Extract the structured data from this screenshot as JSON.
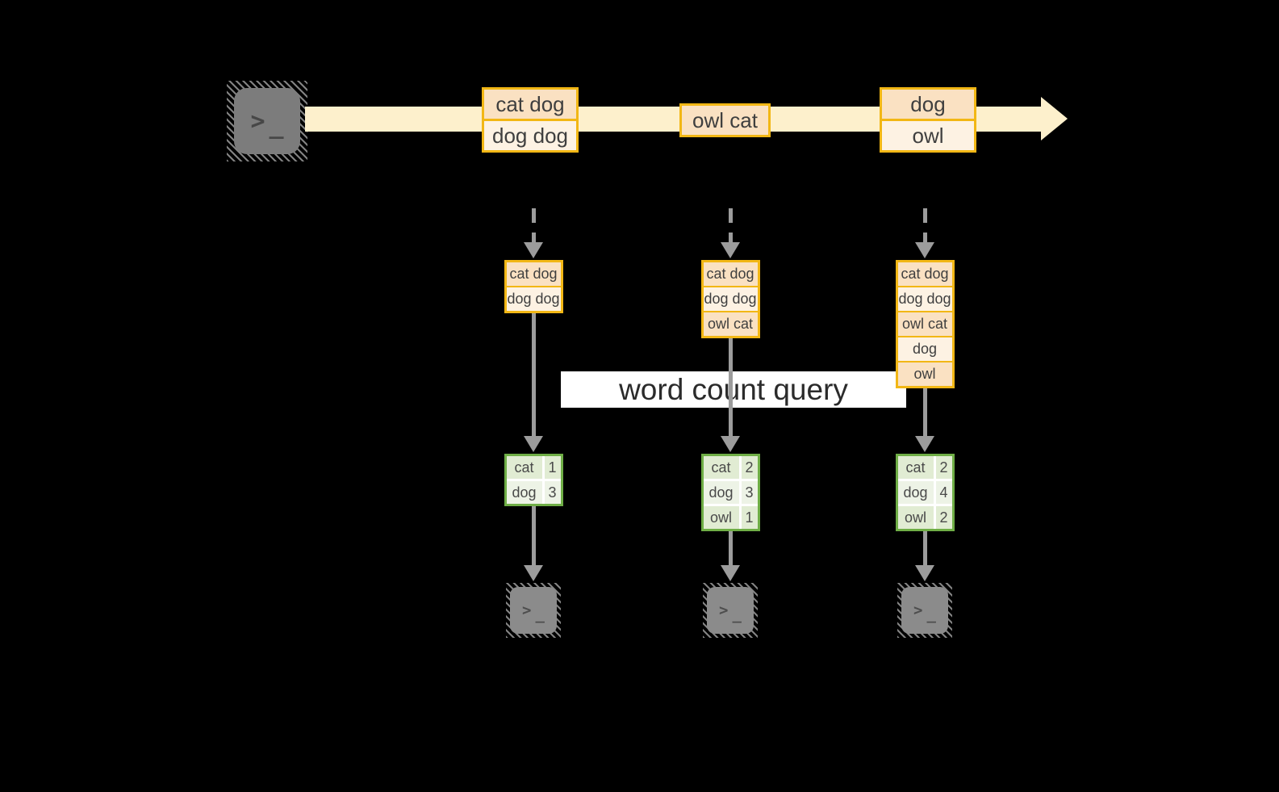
{
  "colors": {
    "background": "#000000",
    "stream_band": "#fdf0cc",
    "message_border": "#f2b715",
    "message_fill_dark": "#fae1c2",
    "message_fill_light": "#fdf2e3",
    "table_border": "#6fae46",
    "table_row_dark": "#e1ecd3",
    "table_row_light": "#edf3e6",
    "arrow_gray": "#9c9c9c",
    "terminal_gray": "#7c7c7c",
    "query_band_bg": "#ffffff",
    "text_dark": "#3f3f3f"
  },
  "icons": {
    "source": "terminal-icon",
    "stream": "arrow-right-icon",
    "flow": "arrow-down-icon",
    "sinks": "terminal-icon"
  },
  "terminal": {
    "chevron": ">",
    "underscore": "_"
  },
  "query": {
    "label": "word count query"
  },
  "stream": {
    "messages": [
      {
        "rows": [
          "cat dog",
          "dog dog"
        ]
      },
      {
        "rows": [
          "owl cat"
        ]
      },
      {
        "rows": [
          "dog",
          "owl"
        ]
      }
    ]
  },
  "snapshots": [
    {
      "buffer": [
        "cat dog",
        "dog dog"
      ],
      "counts": [
        {
          "word": "cat",
          "count": "1"
        },
        {
          "word": "dog",
          "count": "3"
        }
      ]
    },
    {
      "buffer": [
        "cat dog",
        "dog dog",
        "owl cat"
      ],
      "counts": [
        {
          "word": "cat",
          "count": "2"
        },
        {
          "word": "dog",
          "count": "3"
        },
        {
          "word": "owl",
          "count": "1"
        }
      ]
    },
    {
      "buffer": [
        "cat dog",
        "dog dog",
        "owl cat",
        "dog",
        "owl"
      ],
      "counts": [
        {
          "word": "cat",
          "count": "2"
        },
        {
          "word": "dog",
          "count": "4"
        },
        {
          "word": "owl",
          "count": "2"
        }
      ]
    }
  ]
}
